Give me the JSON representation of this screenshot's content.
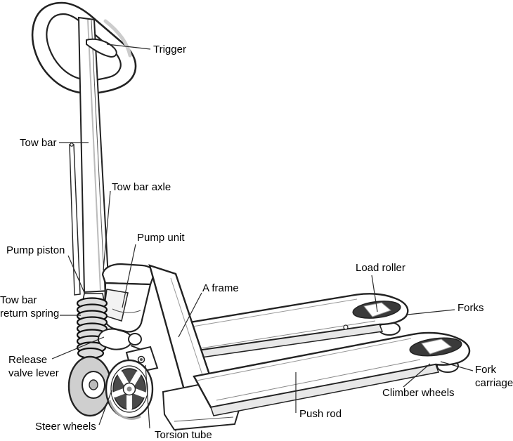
{
  "diagram": {
    "illustration": "hand-pallet-truck-line-drawing",
    "labels": [
      {
        "id": "trigger",
        "text": "Trigger"
      },
      {
        "id": "tow-bar",
        "text": "Tow bar"
      },
      {
        "id": "tow-bar-axle",
        "text": "Tow bar axle"
      },
      {
        "id": "pump-piston",
        "text": "Pump piston"
      },
      {
        "id": "pump-unit",
        "text": "Pump unit"
      },
      {
        "id": "tow-bar-return-spring",
        "text": "Tow bar return spring"
      },
      {
        "id": "release-valve-lever",
        "text": "Release valve lever"
      },
      {
        "id": "steer-wheels",
        "text": "Steer wheels"
      },
      {
        "id": "torsion-tube",
        "text": "Torsion tube"
      },
      {
        "id": "push-rod",
        "text": "Push rod"
      },
      {
        "id": "a-frame",
        "text": "A frame"
      },
      {
        "id": "load-roller",
        "text": "Load roller"
      },
      {
        "id": "forks",
        "text": "Forks"
      },
      {
        "id": "climber-wheels",
        "text": "Climber wheels"
      },
      {
        "id": "fork-carriage",
        "text": "Fork carriage"
      }
    ],
    "colors": {
      "background": "#ffffff",
      "line": "#222222",
      "leader_line": "#2a2a2a",
      "text": "#000000",
      "shade_light": "#e8e8e8",
      "shade_mid": "#cfcfcf",
      "cutout_dark": "#3a3a3a"
    }
  }
}
